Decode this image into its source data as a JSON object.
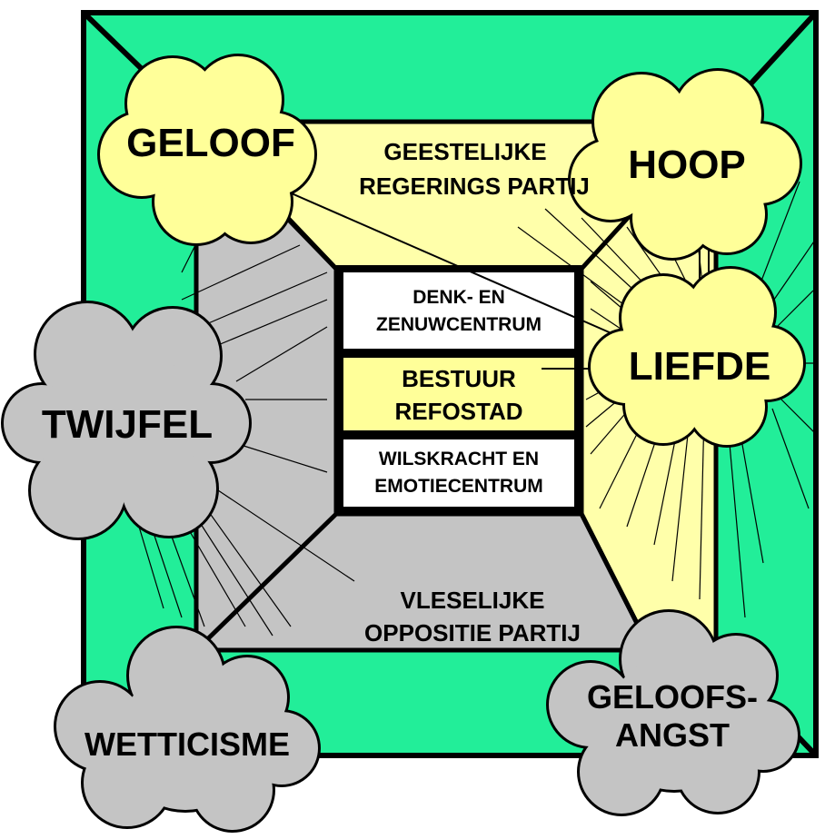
{
  "colors": {
    "outer_frame": "#22ee99",
    "spiritual_zone": "#ffffaa",
    "fleshly_zone": "#c4c4c4",
    "center_white": "#ffffff",
    "center_yellow": "#ffff99",
    "positive_cloud": "#ffff99",
    "negative_cloud": "#c4c4c4",
    "line": "#000000"
  },
  "zones": {
    "top_line1": "GEESTELIJKE",
    "top_line2": "REGERINGS PARTIJ",
    "bottom_line1": "VLESELIJKE",
    "bottom_line2": "OPPOSITIE PARTIJ"
  },
  "center": {
    "top_line1": "DENK- EN",
    "top_line2": "ZENUWCENTRUM",
    "middle_line1": "BESTUUR",
    "middle_line2": "REFOSTAD",
    "bottom_line1": "WILSKRACHT EN",
    "bottom_line2": "EMOTIECENTRUM"
  },
  "clouds": {
    "geloof": "GELOOF",
    "hoop": "HOOP",
    "liefde": "LIEFDE",
    "twijfel": "TWIJFEL",
    "wetticisme": "WETTICISME",
    "geloofsangst_line1": "GELOOFS-",
    "geloofsangst_line2": "ANGST"
  }
}
